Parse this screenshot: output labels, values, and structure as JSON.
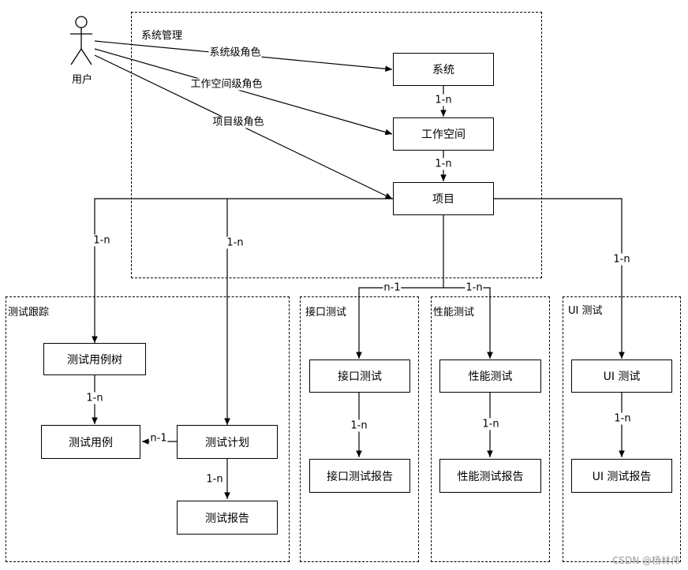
{
  "actor": {
    "label": "用户"
  },
  "groups": {
    "system_mgmt": "系统管理",
    "test_tracking": "测试跟踪",
    "api_test": "接口测试",
    "perf_test": "性能测试",
    "ui_test": "UI 测试"
  },
  "nodes": {
    "system": "系统",
    "workspace": "工作空间",
    "project": "项目",
    "test_case_tree": "测试用例树",
    "test_case": "测试用例",
    "test_plan": "测试计划",
    "test_report": "测试报告",
    "api_test": "接口测试",
    "api_report": "接口测试报告",
    "perf_test": "性能测试",
    "perf_report": "性能测试报告",
    "ui_test": "UI 测试",
    "ui_report": "UI 测试报告"
  },
  "edges": {
    "user_system": "系统级角色",
    "user_workspace": "工作空间级角色",
    "user_project": "项目级角色",
    "system_workspace": "1-n",
    "workspace_project": "1-n",
    "project_tree": "1-n",
    "project_plan": "1-n",
    "project_api": "n-1",
    "project_perf": "1-n",
    "project_ui": "1-n",
    "tree_case": "1-n",
    "plan_case": "n-1",
    "plan_report": "1-n",
    "api_report": "1-n",
    "perf_report": "1-n",
    "ui_report": "1-n"
  },
  "watermark": "CSDN @杨林伟"
}
